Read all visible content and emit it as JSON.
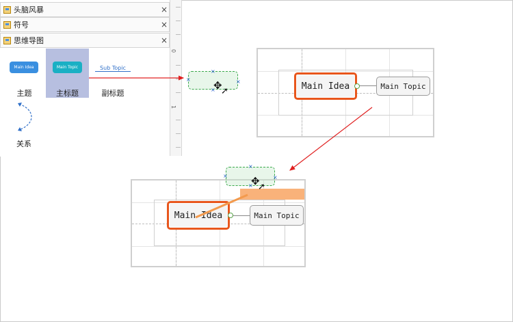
{
  "sidebar": {
    "sections": [
      {
        "label": "头脑风暴",
        "close": "×"
      },
      {
        "label": "符号",
        "close": "×"
      },
      {
        "label": "思维导图",
        "close": "×"
      }
    ],
    "shapes": [
      {
        "label": "主题",
        "chip_text": "Main Idea"
      },
      {
        "label": "主标题",
        "chip_text": "Main Topic"
      },
      {
        "label": "副标题",
        "chip_text": "Sub Topic"
      },
      {
        "label": "关系"
      }
    ]
  },
  "ruler": {
    "numbers": [
      "0",
      "1"
    ]
  },
  "canvas_top": {
    "main_label": "Main Idea",
    "topic_label": "Main Topic"
  },
  "canvas_bottom": {
    "main_label": "Main Idea",
    "topic_label": "Main Topic"
  },
  "colors": {
    "accent": "#e8561c",
    "arrow": "#e02020",
    "highlight": "#b7bfe0",
    "chip_blue": "#3a8fe0",
    "chip_teal": "#1ab0c4",
    "link_blue": "#2f6fc8",
    "drag_green": "#39a84a",
    "drop_orange": "#f9b27a"
  }
}
